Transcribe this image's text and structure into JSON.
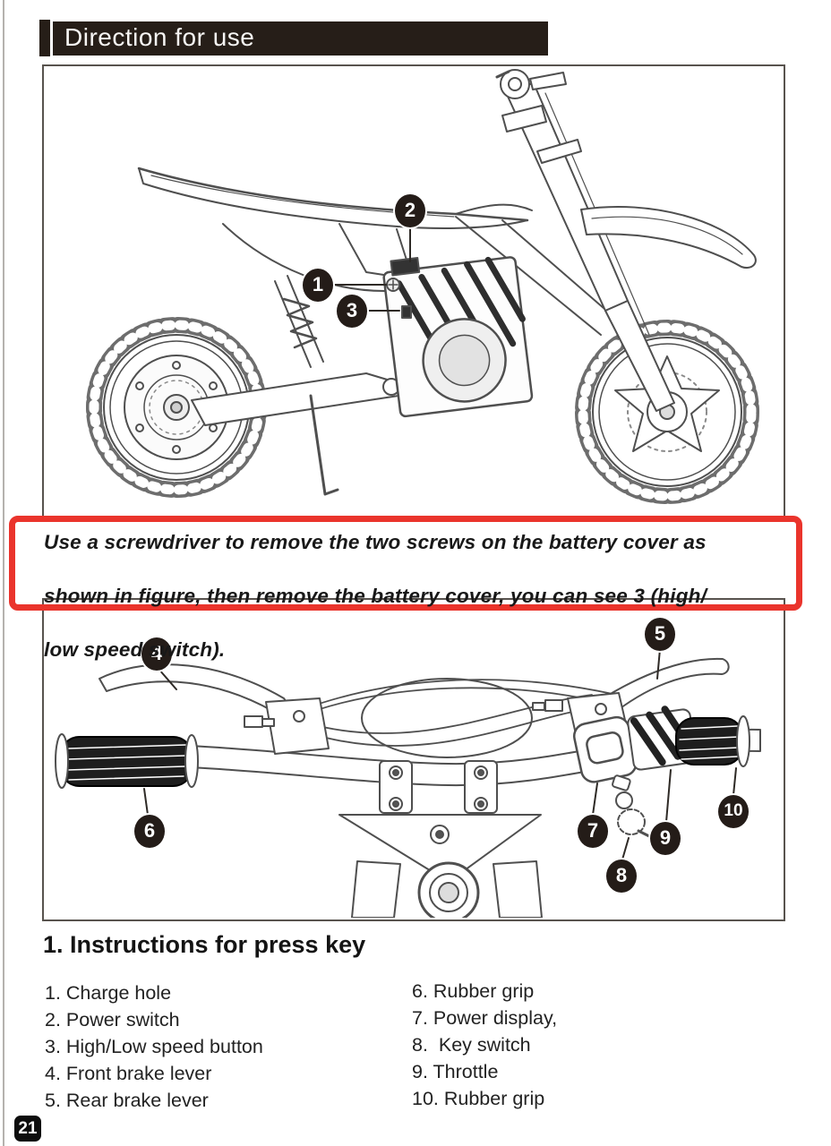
{
  "header": {
    "title": "Direction for use"
  },
  "figure_bike": {
    "callouts": [
      "1",
      "2",
      "3"
    ]
  },
  "note": {
    "lines": [
      "Use a screwdriver to remove the two screws on the battery cover as",
      "shown in figure, then remove the battery cover, you can see 3 (high/",
      "low speed switch)."
    ]
  },
  "figure_handlebar": {
    "callouts": [
      "4",
      "5",
      "6",
      "7",
      "8",
      "9",
      "10"
    ]
  },
  "instructions": {
    "heading": "1. Instructions for press key",
    "left": [
      "1. Charge hole",
      "2. Power switch",
      "3. High/Low speed button",
      "4. Front brake lever",
      "5. Rear brake lever"
    ],
    "right": [
      "6. Rubber grip",
      "7. Power display,",
      "8.  Key switch",
      "9. Throttle",
      "10. Rubber grip"
    ]
  },
  "footer": {
    "page_number": "21"
  },
  "colors": {
    "note_border": "#ea342c",
    "header_bg": "#261e18",
    "callout_bg": "#241c18",
    "line_art": "#4f4f4f"
  }
}
